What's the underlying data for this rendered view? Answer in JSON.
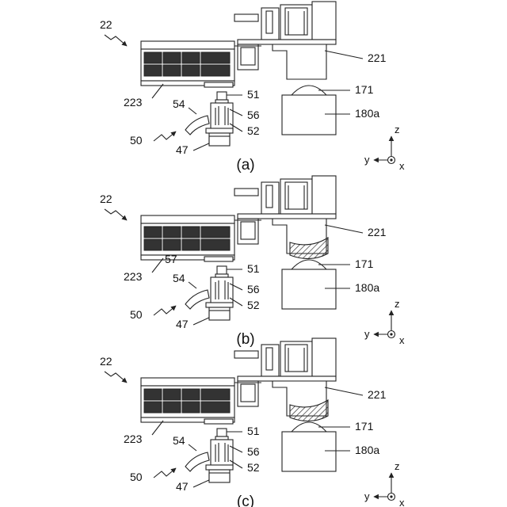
{
  "figure": {
    "panels": [
      {
        "caption": "(a)",
        "blade_deformed": false,
        "labels": {
          "module": "22",
          "part_221": "221",
          "part_223": "223",
          "part_51": "51",
          "part_171": "171",
          "part_54": "54",
          "part_56": "56",
          "part_180a": "180a",
          "part_50": "50",
          "part_52": "52",
          "part_47": "47"
        }
      },
      {
        "caption": "(b)",
        "blade_deformed": true,
        "labels": {
          "module": "22",
          "part_221": "221",
          "part_223": "223",
          "part_57": "57",
          "part_51": "51",
          "part_171": "171",
          "part_54": "54",
          "part_56": "56",
          "part_180a": "180a",
          "part_50": "50",
          "part_52": "52",
          "part_47": "47"
        }
      },
      {
        "caption": "(c)",
        "blade_deformed": true,
        "labels": {
          "module": "22",
          "part_221": "221",
          "part_223": "223",
          "part_51": "51",
          "part_171": "171",
          "part_54": "54",
          "part_56": "56",
          "part_180a": "180a",
          "part_50": "50",
          "part_52": "52",
          "part_47": "47"
        }
      }
    ],
    "axes": {
      "z": "z",
      "y": "y",
      "x": "x"
    }
  }
}
